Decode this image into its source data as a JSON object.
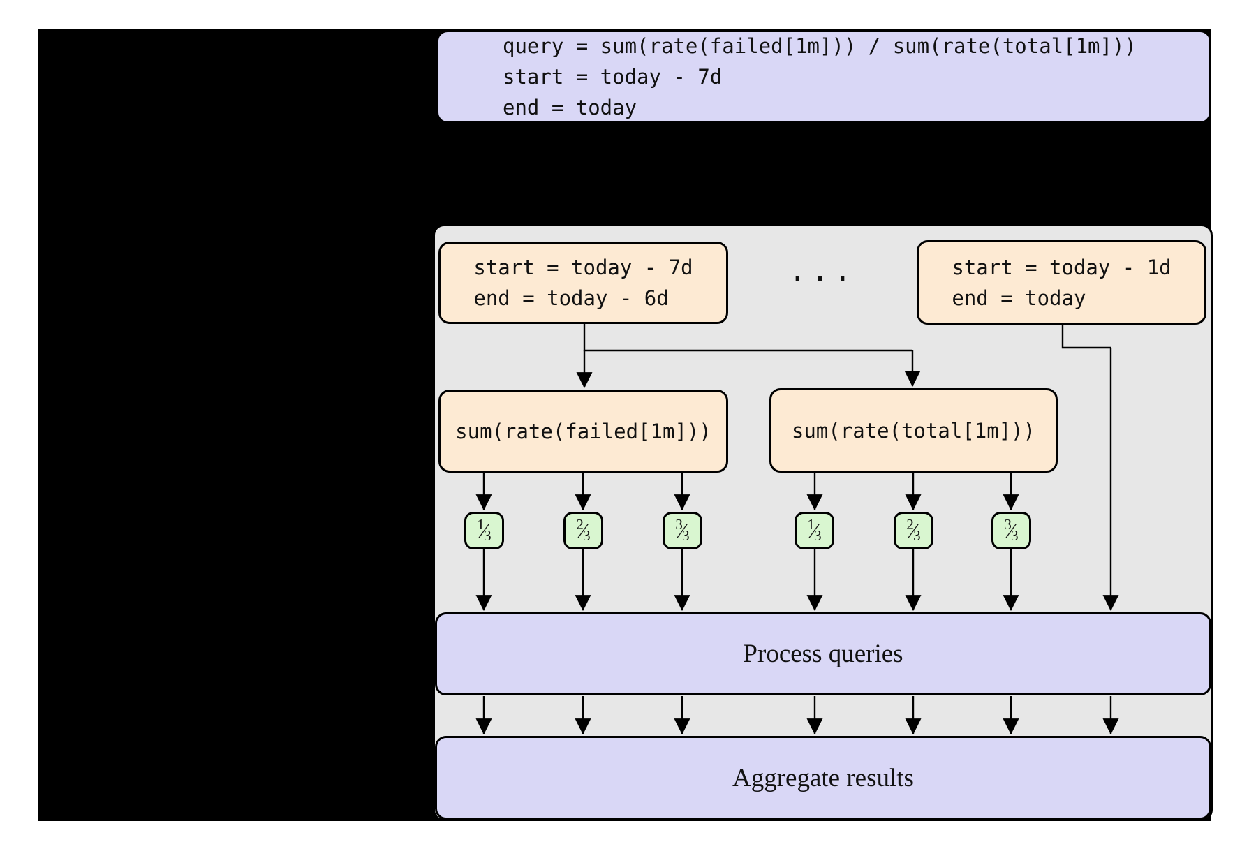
{
  "figure": {
    "code_box": {
      "lines": [
        "query = sum(rate(failed[1m])) / sum(rate(total[1m]))",
        "start = today - 7d",
        "end = today"
      ]
    },
    "panel": {
      "range_left": {
        "lines": [
          "start = today - 7d",
          "end = today - 6d"
        ]
      },
      "ellipsis": "...",
      "range_right": {
        "lines": [
          "start = today - 1d",
          "end = today"
        ]
      },
      "query_left": "sum(rate(failed[1m]))",
      "query_right": "sum(rate(total[1m]))",
      "shards": [
        {
          "num": "1",
          "den": "3"
        },
        {
          "num": "2",
          "den": "3"
        },
        {
          "num": "3",
          "den": "3"
        },
        {
          "num": "1",
          "den": "3"
        },
        {
          "num": "2",
          "den": "3"
        },
        {
          "num": "3",
          "den": "3"
        }
      ],
      "process_label": "Process queries",
      "aggregate_label": "Aggregate results"
    },
    "colors": {
      "background_rect": "#000000",
      "panel_fill": "#e7e7e7",
      "code_and_stage_fill": "#d9d7f6",
      "range_fill": "#fdead3",
      "shard_fill": "#d9f6d0",
      "stroke": "#000000",
      "text": "#111111"
    }
  }
}
